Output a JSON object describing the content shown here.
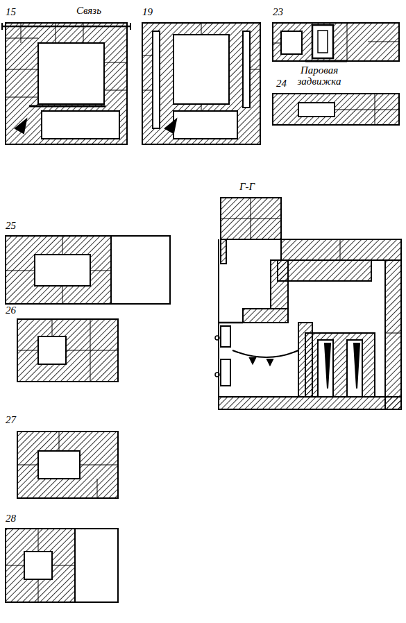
{
  "diagram": {
    "labels": [
      "15",
      "Связь",
      "19",
      "23",
      "Паровая задвижка",
      "24",
      "25",
      "26",
      "27",
      "28",
      "Г-Г"
    ]
  }
}
